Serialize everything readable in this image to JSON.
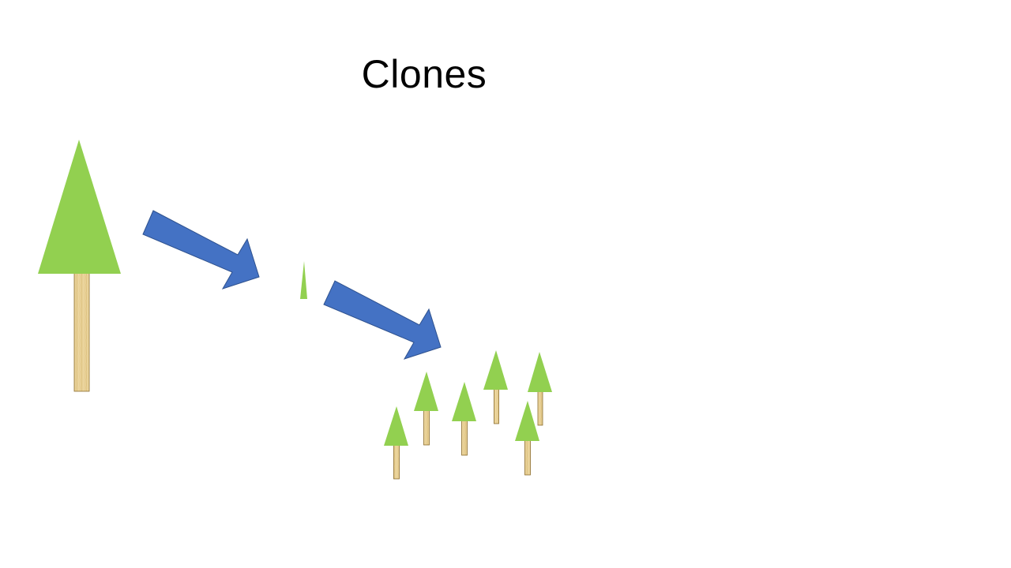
{
  "slide": {
    "title": "Clones"
  },
  "colors": {
    "foliage": "#92d050",
    "trunk": "#e6cc8c",
    "trunk_border": "#8b6b2a",
    "arrow": "#4472c4",
    "arrow_border": "#2f528f"
  },
  "diagram": {
    "stages": [
      {
        "name": "parent-tree",
        "count": 1
      },
      {
        "name": "cutting",
        "count": 1
      },
      {
        "name": "clone-trees",
        "count": 6
      }
    ],
    "arrows": 2
  }
}
